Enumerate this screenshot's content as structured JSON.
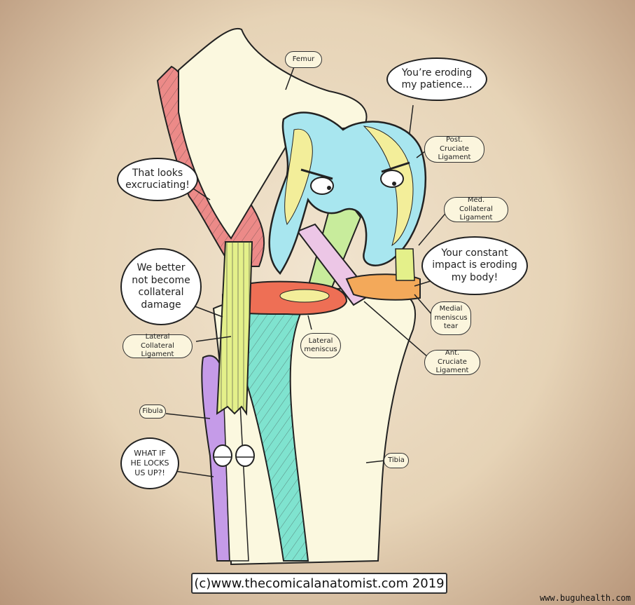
{
  "colors": {
    "background": "#e6d3b6",
    "bone": "#fbf8df",
    "femur_cartilage_blue": "#a8e6ef",
    "cartilage_yellow": "#f3ee9a",
    "muscle_red": "#ec8a88",
    "lateral_meniscus": "#ee6f55",
    "medial_meniscus": "#f3a95a",
    "tendon_teal": "#7fe3cf",
    "fibula_purple": "#c59be8",
    "collateral_ligament": "#e4f08a",
    "cruciate_green": "#c8ec9c",
    "cruciate_pink": "#ecc6e6"
  },
  "labels": {
    "femur": "Femur",
    "post_cruciate": "Post. Cruciate\nLigament",
    "med_collateral": "Med. Collateral\nLigament",
    "medial_meniscus_tear": "Medial\nmeniscus\ntear",
    "ant_cruciate": "Ant. Cruciate\nLigament",
    "lateral_meniscus": "Lateral\nmeniscus",
    "lateral_collateral": "Lateral Collateral\nLigament",
    "fibula": "Fibula",
    "tibia": "Tibia"
  },
  "speech": {
    "femur": "You’re eroding\nmy patience…",
    "muscle": "That looks\nexcruciating!",
    "collateral": "We better\nnot become\ncollateral\ndamage",
    "medial_meniscus": "Your constant\nimpact is eroding\nmy body!",
    "fibula": "WHAT IF\nHE LOCKS\nUS UP?!"
  },
  "credit": "(c)www.thecomicalanatomist.com 2019",
  "watermark": "www.buguhealth.com"
}
